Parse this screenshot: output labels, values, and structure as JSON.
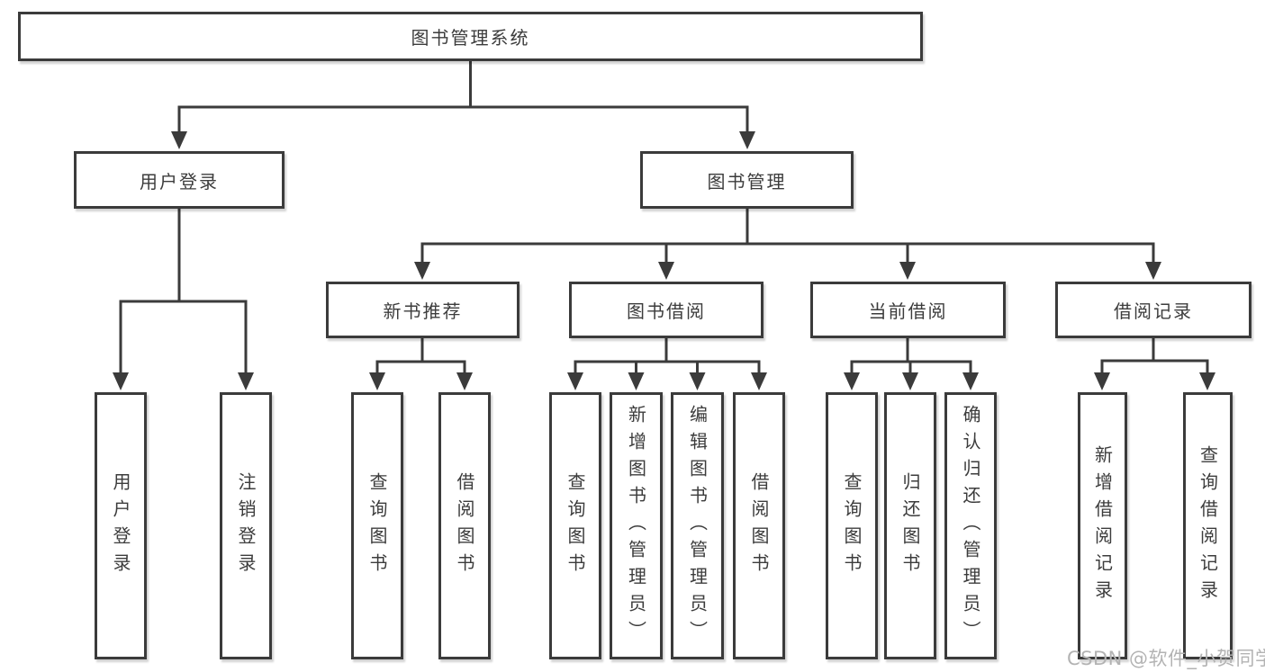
{
  "diagram": {
    "title_node": "图书管理系统",
    "level2": {
      "user_login": "用户登录",
      "book_mgmt": "图书管理"
    },
    "level3": {
      "new_book": "新书推荐",
      "book_borrow": "图书借阅",
      "current_borrow": "当前借阅",
      "borrow_records": "借阅记录"
    },
    "leaves": {
      "user": [
        "用户登录",
        "注销登录"
      ],
      "new_book": [
        "查询图书",
        "借阅图书"
      ],
      "book_borrow": [
        "查询图书",
        "新增图书（管理员）",
        "编辑图书（管理员）",
        "借阅图书"
      ],
      "current_borrow": [
        "查询图书",
        "归还图书",
        "确认归还（管理员）"
      ],
      "borrow_records": [
        "新增借阅记录",
        "查询借阅记录"
      ]
    },
    "watermark": "CSDN @软件_小贺同学",
    "colors": {
      "line": "#3b3b3b",
      "text": "#3c3c3c",
      "watermark": "#b3b3b3",
      "background": "#ffffff"
    }
  }
}
